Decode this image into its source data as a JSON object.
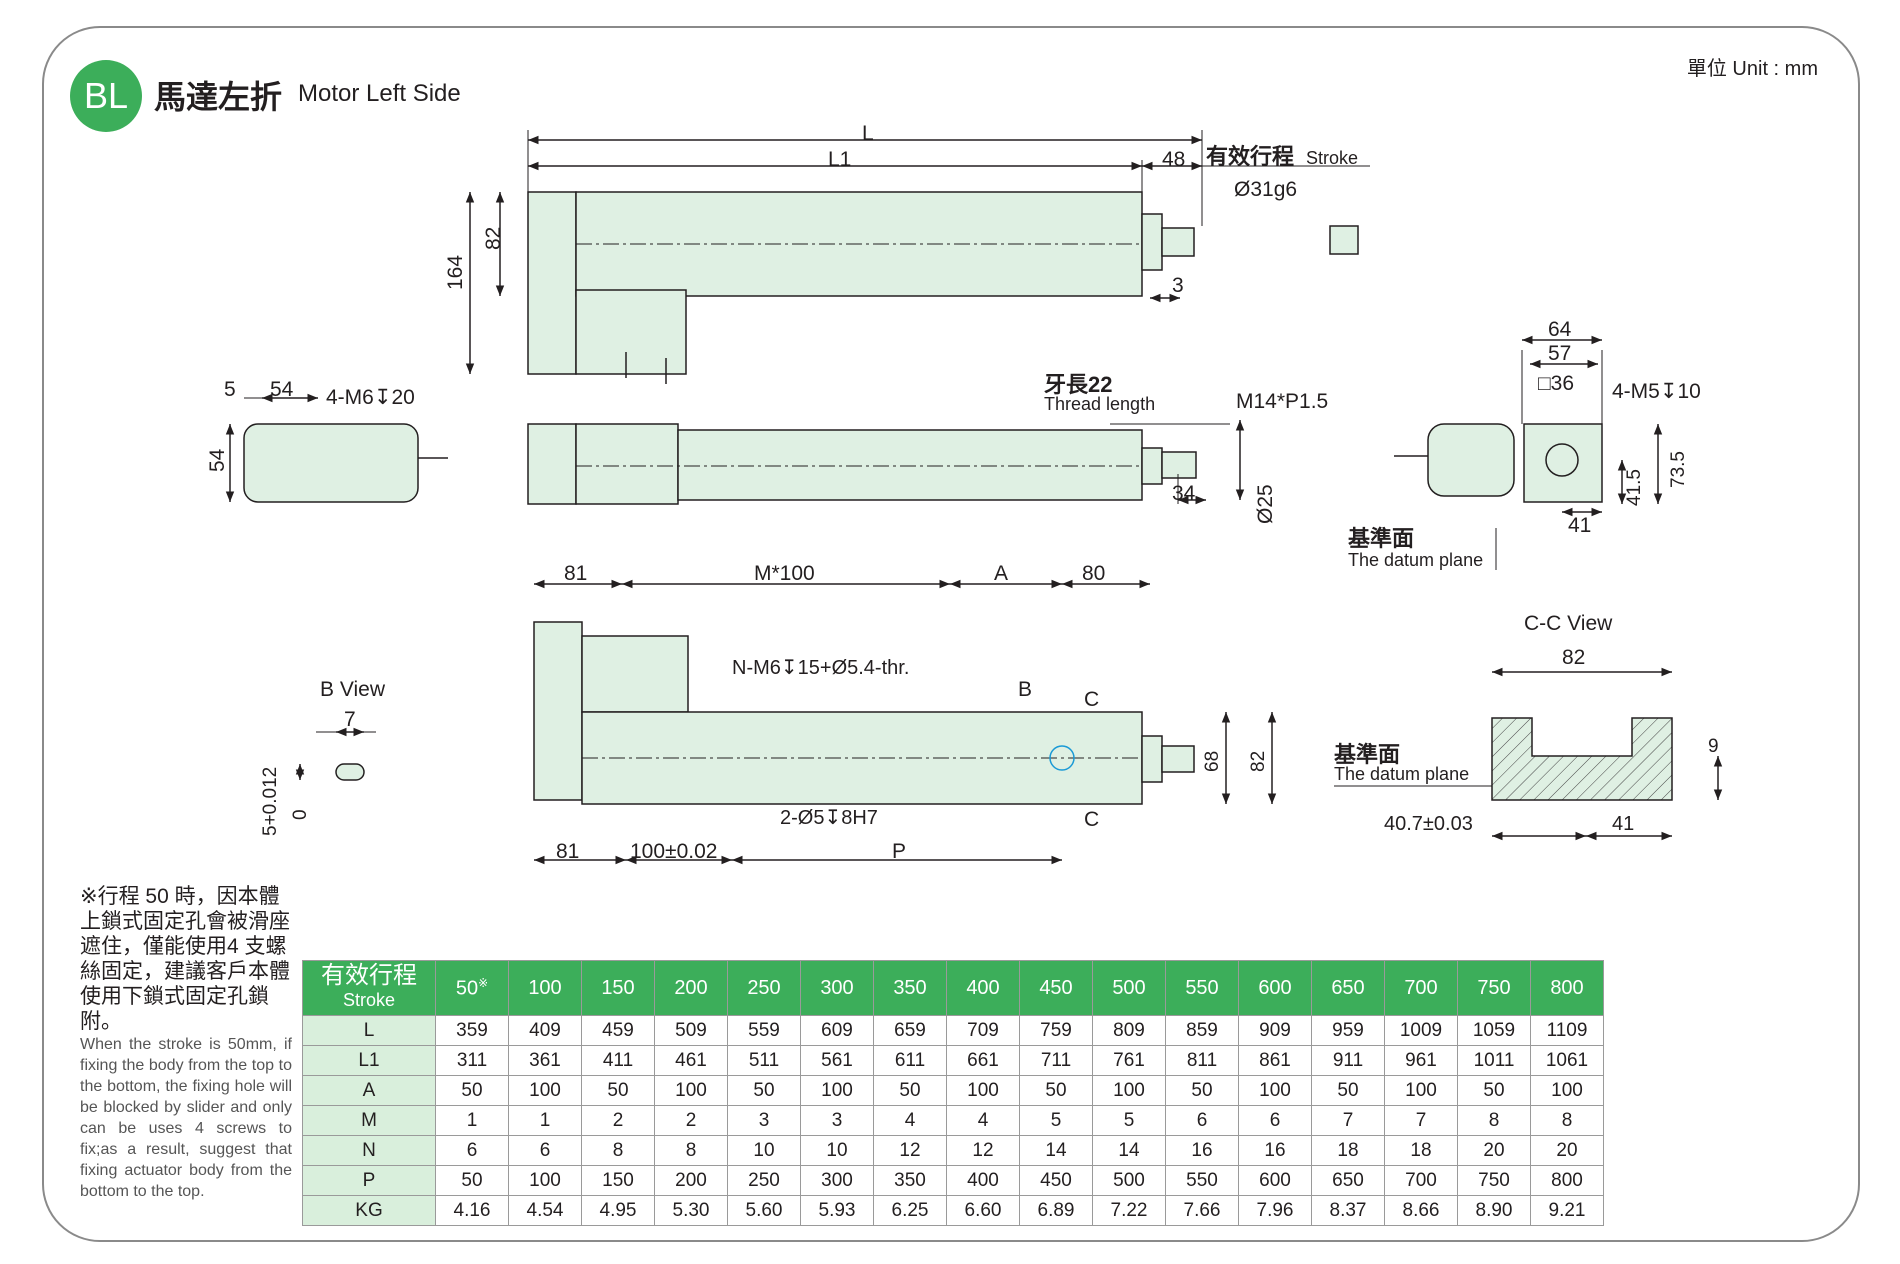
{
  "header": {
    "badge": "BL",
    "title_zh": "馬達左折",
    "title_en": "Motor Left Side",
    "unit": "單位 Unit : mm"
  },
  "colors": {
    "accent": "#3cae5a",
    "body": "#dff0e3",
    "view_label": "#1a9ad6",
    "section_label": "#e67e22"
  },
  "drawing": {
    "top_view": {
      "L": "L",
      "L1": "L1",
      "dim_48": "48",
      "stroke_zh": "有效行程",
      "stroke_en": "Stroke",
      "shaft_dia": "Ø31g6",
      "dim_3": "3",
      "dim_82": "82",
      "dim_164": "164"
    },
    "side_view": {
      "thread_zh": "牙長22",
      "thread_en": "Thread length",
      "thread_size": "M14*P1.5",
      "dim_34": "34",
      "dim_25": "Ø25"
    },
    "motor_end": {
      "dim_5": "5",
      "dim_54_top": "54",
      "holes": "4-M6↧20",
      "dim_54_side": "54"
    },
    "end_view": {
      "dim_64": "64",
      "dim_57": "57",
      "square": "□36",
      "holes": "4-M5↧10",
      "dim_41_5": "41.5",
      "dim_73_5": "73.5",
      "dim_41": "41",
      "datum_zh": "基準面",
      "datum_en": "The datum plane"
    },
    "bottom_view": {
      "dim_81_top": "81",
      "m100": "M*100",
      "dim_A": "A",
      "dim_80": "80",
      "holes_n": "N-M6↧15+Ø5.4-thr.",
      "label_B": "B",
      "label_C_top": "C",
      "label_C_bottom": "C",
      "dim_68": "68",
      "dim_82": "82",
      "pin_holes": "2-Ø5↧8H7",
      "dim_81_bottom": "81",
      "dim_100": "100±0.02",
      "dim_P": "P"
    },
    "b_view": {
      "title": "B View",
      "dim_7": "7",
      "tol": "5+0.012",
      "zero": "0"
    },
    "cc_view": {
      "title": "C-C View",
      "dim_82": "82",
      "datum_zh": "基準面",
      "datum_en": "The datum plane",
      "dim_9": "9",
      "dim_40_7": "40.7±0.03",
      "dim_41": "41"
    }
  },
  "notes": {
    "zh": "※行程 50 時，因本體上鎖式固定孔會被滑座遮住，僅能使用4 支螺絲固定，建議客戶本體使用下鎖式固定孔鎖附。",
    "en": "When the stroke is 50mm, if fixing the body from the top to the bottom, the fixing hole will be blocked by slider and only can be uses 4 screws to fix;as a result, suggest that fixing actuator body from the bottom to the top."
  },
  "table": {
    "stroke_zh": "有效行程",
    "stroke_en": "Stroke",
    "first_mark": "※",
    "strokes": [
      "50",
      "100",
      "150",
      "200",
      "250",
      "300",
      "350",
      "400",
      "450",
      "500",
      "550",
      "600",
      "650",
      "700",
      "750",
      "800"
    ],
    "rows": [
      {
        "label": "L",
        "values": [
          "359",
          "409",
          "459",
          "509",
          "559",
          "609",
          "659",
          "709",
          "759",
          "809",
          "859",
          "909",
          "959",
          "1009",
          "1059",
          "1109"
        ]
      },
      {
        "label": "L1",
        "values": [
          "311",
          "361",
          "411",
          "461",
          "511",
          "561",
          "611",
          "661",
          "711",
          "761",
          "811",
          "861",
          "911",
          "961",
          "1011",
          "1061"
        ]
      },
      {
        "label": "A",
        "values": [
          "50",
          "100",
          "50",
          "100",
          "50",
          "100",
          "50",
          "100",
          "50",
          "100",
          "50",
          "100",
          "50",
          "100",
          "50",
          "100"
        ]
      },
      {
        "label": "M",
        "values": [
          "1",
          "1",
          "2",
          "2",
          "3",
          "3",
          "4",
          "4",
          "5",
          "5",
          "6",
          "6",
          "7",
          "7",
          "8",
          "8"
        ]
      },
      {
        "label": "N",
        "values": [
          "6",
          "6",
          "8",
          "8",
          "10",
          "10",
          "12",
          "12",
          "14",
          "14",
          "16",
          "16",
          "18",
          "18",
          "20",
          "20"
        ]
      },
      {
        "label": "P",
        "values": [
          "50",
          "100",
          "150",
          "200",
          "250",
          "300",
          "350",
          "400",
          "450",
          "500",
          "550",
          "600",
          "650",
          "700",
          "750",
          "800"
        ]
      },
      {
        "label": "KG",
        "values": [
          "4.16",
          "4.54",
          "4.95",
          "5.30",
          "5.60",
          "5.93",
          "6.25",
          "6.60",
          "6.89",
          "7.22",
          "7.66",
          "7.96",
          "8.37",
          "8.66",
          "8.90",
          "9.21"
        ]
      }
    ]
  }
}
